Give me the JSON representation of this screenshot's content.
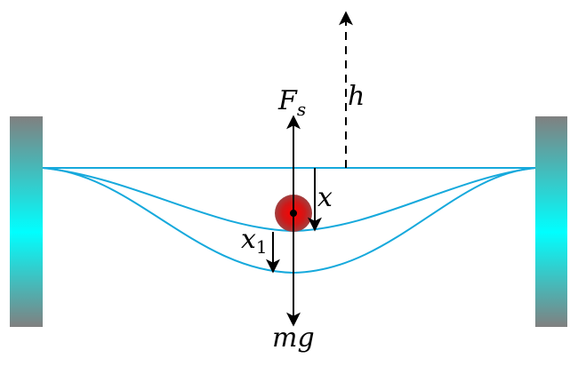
{
  "labels": {
    "spring_force": {
      "main": "F",
      "sub": "s"
    },
    "height": "h",
    "displacement": "x",
    "displacement_1": {
      "main": "x",
      "sub": "1"
    },
    "weight": "mg"
  },
  "colors": {
    "rope": "#16a9dc",
    "post_edge": "#808080",
    "post_center": "#00ffff",
    "ball_center": "#ff0000",
    "ball_edge": "#a03030",
    "arrow": "#000000"
  }
}
